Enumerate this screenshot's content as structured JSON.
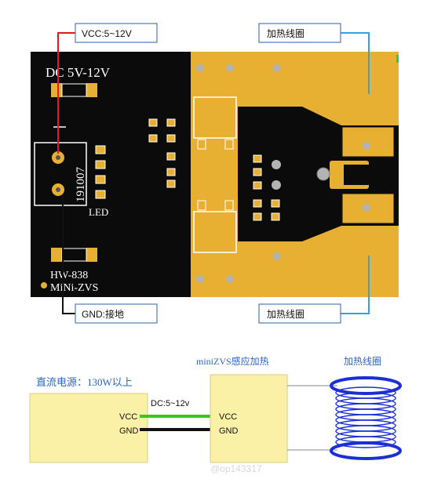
{
  "pcb": {
    "silk_power": "DC 5V-12V",
    "silk_code": "191007",
    "silk_led": "LED",
    "silk_model": "HW-838",
    "silk_name": "MiNi-ZVS"
  },
  "callouts": {
    "vcc": "VCC:5~12V",
    "gnd": "GND:接地",
    "coil_top": "加热线圈",
    "coil_bottom": "加热线圈"
  },
  "schematic": {
    "supply_label": "直流电源：130W以上",
    "module_title": "miniZVS感应加热",
    "coil_title": "加热线圈",
    "wire_note": "DC:5~12v",
    "left_vcc": "VCC",
    "left_gnd": "GND",
    "right_vcc": "VCC",
    "right_gnd": "GND",
    "watermark": "@op143317",
    "colors": {
      "supply_fill": "#fbf1a6",
      "vcc_wire": "#3ec41b",
      "gnd_wire": "#111111",
      "coil": "#1a2fd6",
      "title_blue": "#2a64c8"
    }
  },
  "colors": {
    "board": "#0b0b0b",
    "copper": "#e7b032",
    "callout_line_red": "#e01b1b",
    "callout_line_blue": "#2aa6e0",
    "callout_border": "#2e5fa8"
  }
}
